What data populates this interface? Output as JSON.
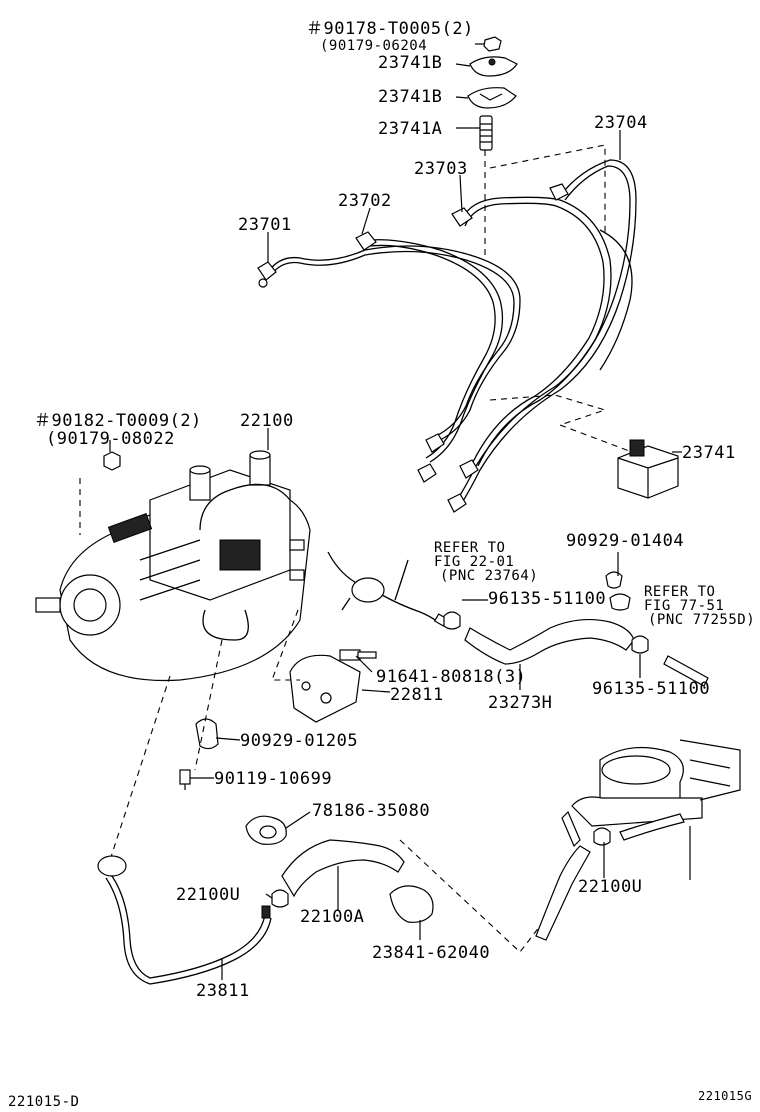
{
  "labels": {
    "p1": "＃90178-T0005(2)",
    "p1b": "(90179-06204",
    "p2": "23741B",
    "p3": "23741B",
    "p4": "23741A",
    "p5": "23703",
    "p6": "23704",
    "p7": "23702",
    "p8": "23701",
    "p9": "＃90182-T0009(2)",
    "p9b": "(90179-08022",
    "p10": "22100",
    "p11": "23741",
    "p12": "REFER TO",
    "p12b": "FIG 22-01",
    "p12c": "(PNC 23764)",
    "p13": "90929-01404",
    "p14": "96135-51100",
    "p15": "REFER TO",
    "p15b": "FIG 77-51",
    "p15c": "(PNC 77255D)",
    "p16": "91641-80818(3)",
    "p17": "22811",
    "p18": "23273H",
    "p19": "96135-51100",
    "p20": "90929-01205",
    "p21": "90119-10699",
    "p22": "78186-35080",
    "p23": "22100U",
    "p24": "22100A",
    "p25": "22100U",
    "p26": "23841-62040",
    "p27": "23811",
    "footer_left": "221015-D",
    "footer_right": "221015G"
  }
}
